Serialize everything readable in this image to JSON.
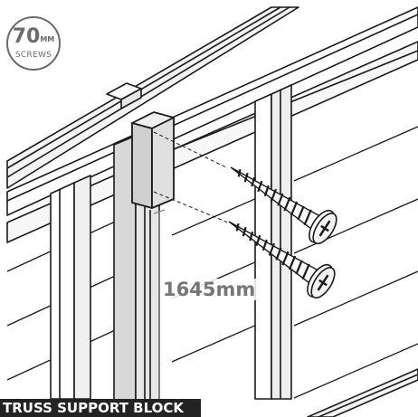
{
  "badge": {
    "number": "70",
    "unit": "MM",
    "label": "SCREWS"
  },
  "dimension_label": "1645mm",
  "caption": "TRUSS SUPPORT BLOCK",
  "colors": {
    "line": "#1a1a1a",
    "block_fill": "#d9d9d9",
    "post_fill": "#e2e2e2",
    "badge": "#6b6b6b",
    "caption_bg": "#232323"
  },
  "icons": [
    "screw-icon",
    "screw-icon"
  ]
}
